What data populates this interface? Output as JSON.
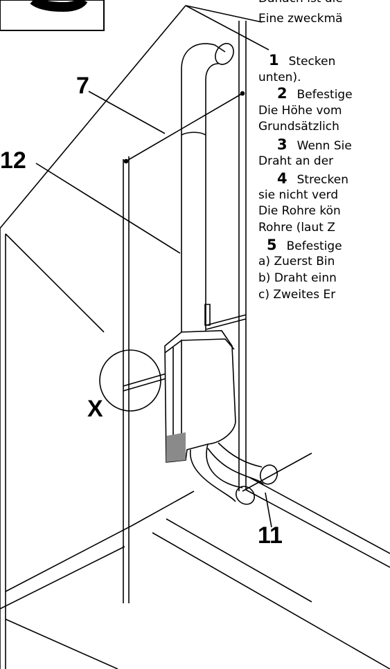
{
  "callouts": {
    "c7": "7",
    "c12": "12",
    "cX": "X",
    "c11": "11"
  },
  "text_lines": {
    "l1": "Danach ist die",
    "l2": "Eine zweckmä",
    "s1_num": "1",
    "s1_text": "Stecken",
    "s1_cont": "unten).",
    "s2_num": "2",
    "s2_text": "Befestige",
    "s2_l2": "Die Höhe vom",
    "s2_l3": "Grundsätzlich",
    "s3_num": "3",
    "s3_text": "Wenn Sie",
    "s3_l2": "Draht an der",
    "s4_num": "4",
    "s4_text": "Strecken",
    "s4_l2": "sie nicht verd",
    "s4_l3": "Die Rohre kön",
    "s4_l4": "Rohre (laut Z",
    "s5_num": "5",
    "s5_text": "Befestige",
    "s5_a": "a) Zuerst Bin",
    "s5_b": "b) Draht einn",
    "s5_c": "c) Zweites Er"
  },
  "colors": {
    "line": "#000000",
    "background": "#ffffff",
    "shade": "#8a8a8a"
  }
}
